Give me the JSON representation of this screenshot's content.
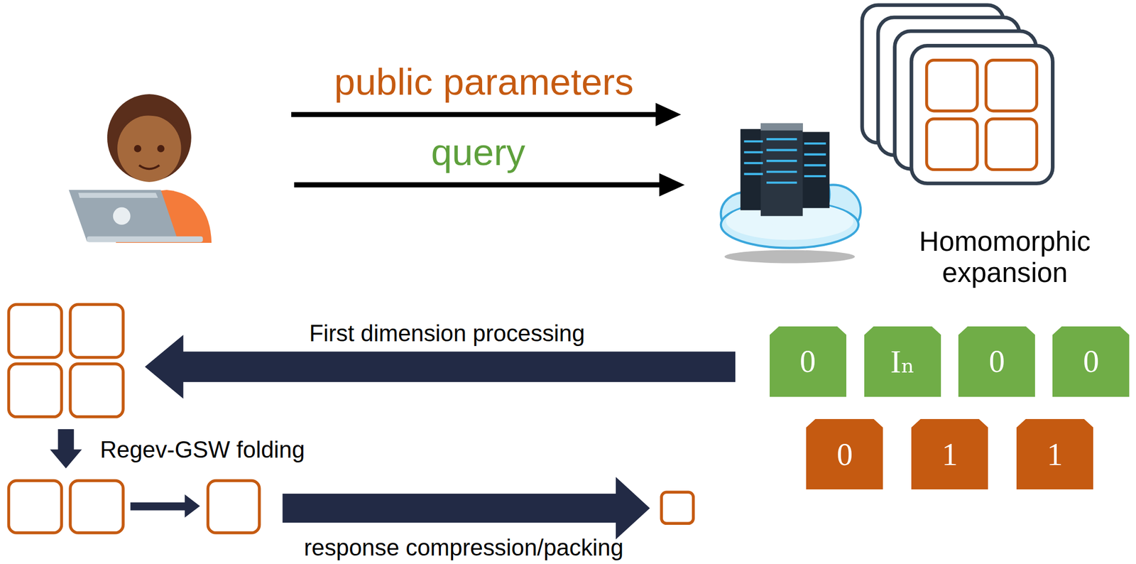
{
  "diagram": {
    "nodes": [
      {
        "text": [
          "0"
        ]
      },
      {
        "text": [
          "Iₙ"
        ]
      },
      {
        "text": [
          "0"
        ]
      },
      {
        "text": [
          "0"
        ]
      },
      {
        "text": [
          "0"
        ]
      },
      {
        "text": [
          "1"
        ]
      },
      {
        "text": [
          "1"
        ]
      }
    ],
    "labels": [
      "public parameters",
      "query",
      "Homomorphic expansion",
      "First dimension processing",
      "Regev-GSW folding",
      "response compression/packing"
    ]
  }
}
